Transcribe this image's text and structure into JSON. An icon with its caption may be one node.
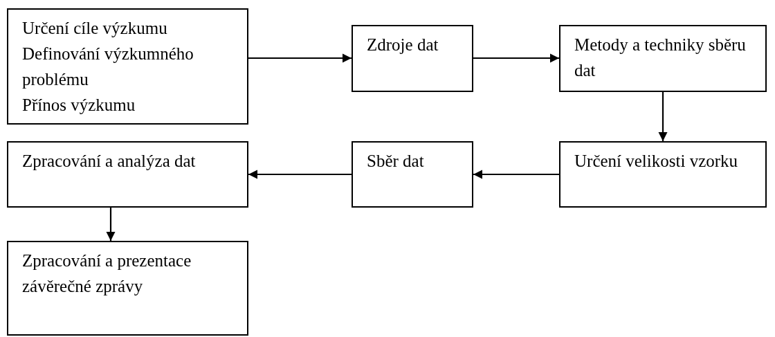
{
  "diagram": {
    "nodes": [
      {
        "text": [
          "Určení cíle výzkumu",
          "Definování výzkumného problému",
          "Přínos výzkumu"
        ]
      },
      {
        "text": [
          "Zdroje dat"
        ]
      },
      {
        "text": [
          "Metody a techniky sběru dat"
        ]
      },
      {
        "text": [
          "Určení velikosti vzorku"
        ]
      },
      {
        "text": [
          "Sběr dat"
        ]
      },
      {
        "text": [
          "Zpracování a analýza dat"
        ]
      },
      {
        "text": [
          "Zpracování a prezentace závěrečné zprávy"
        ]
      }
    ],
    "edges": [
      {
        "from": 0,
        "to": 1,
        "arrow": "to"
      },
      {
        "from": 1,
        "to": 2,
        "arrow": "to"
      },
      {
        "from": 2,
        "to": 3,
        "arrow": "to"
      },
      {
        "from": 3,
        "to": 4,
        "arrow": "to"
      },
      {
        "from": 4,
        "to": 5,
        "arrow": "to"
      },
      {
        "from": 5,
        "to": 6,
        "arrow": "to"
      }
    ]
  }
}
